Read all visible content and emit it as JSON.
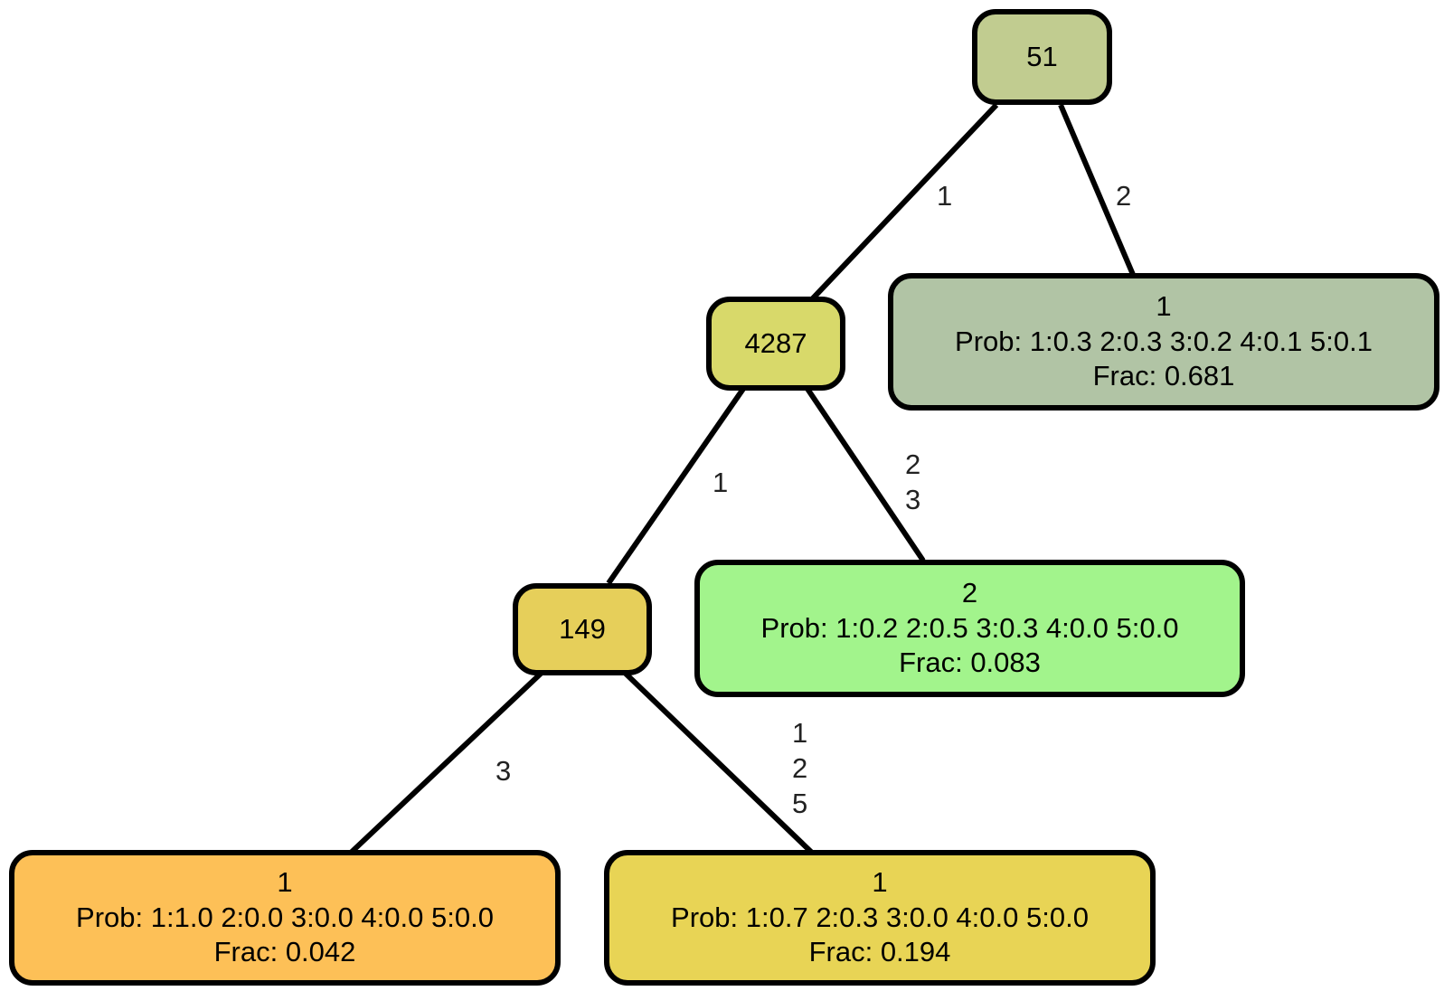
{
  "colors": {
    "node_51": "#c1cc90",
    "node_4287": "#d8d96a",
    "node_149": "#e6cf5a",
    "leaf_right": "#b1c4a5",
    "leaf_middle": "#a2f48c",
    "leaf_left": "#fdc057",
    "leaf_center": "#e8d455",
    "edge": "#000000"
  },
  "nodes": {
    "n51": {
      "label": "51"
    },
    "n4287": {
      "label": "4287"
    },
    "n149": {
      "label": "149"
    },
    "leaf_a": {
      "class": "1",
      "prob": "Prob: 1:0.3 2:0.3 3:0.2 4:0.1 5:0.1",
      "frac": "Frac: 0.681"
    },
    "leaf_b": {
      "class": "2",
      "prob": "Prob: 1:0.2 2:0.5 3:0.3 4:0.0 5:0.0",
      "frac": "Frac: 0.083"
    },
    "leaf_c": {
      "class": "1",
      "prob": "Prob: 1:1.0 2:0.0 3:0.0 4:0.0 5:0.0",
      "frac": "Frac: 0.042"
    },
    "leaf_d": {
      "class": "1",
      "prob": "Prob: 1:0.7 2:0.3 3:0.0 4:0.0 5:0.0",
      "frac": "Frac: 0.194"
    }
  },
  "edges": {
    "e51_4287": "1",
    "e51_leafa": "2",
    "e4287_149": "1",
    "e4287_leafb": "2\n3",
    "e149_leafc": "3",
    "e149_leafd": "1\n2\n5"
  }
}
